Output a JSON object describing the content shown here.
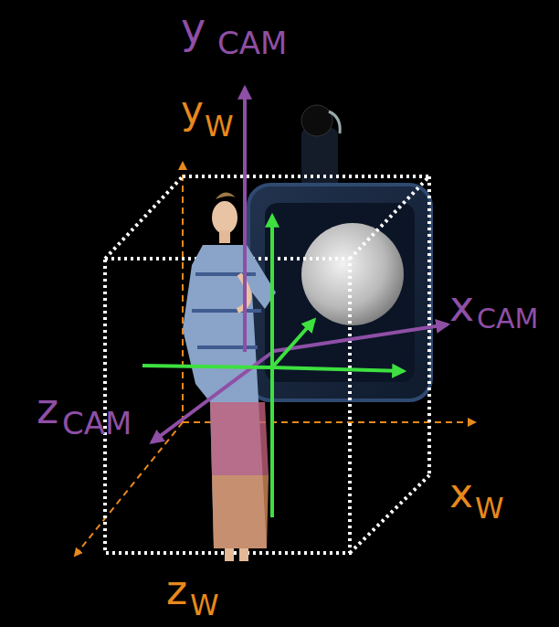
{
  "diagram": {
    "labels": [
      "y",
      "CAM",
      "y",
      "W",
      "x",
      "CAM",
      "z",
      "CAM",
      "x",
      "W",
      "z",
      "W"
    ]
  }
}
